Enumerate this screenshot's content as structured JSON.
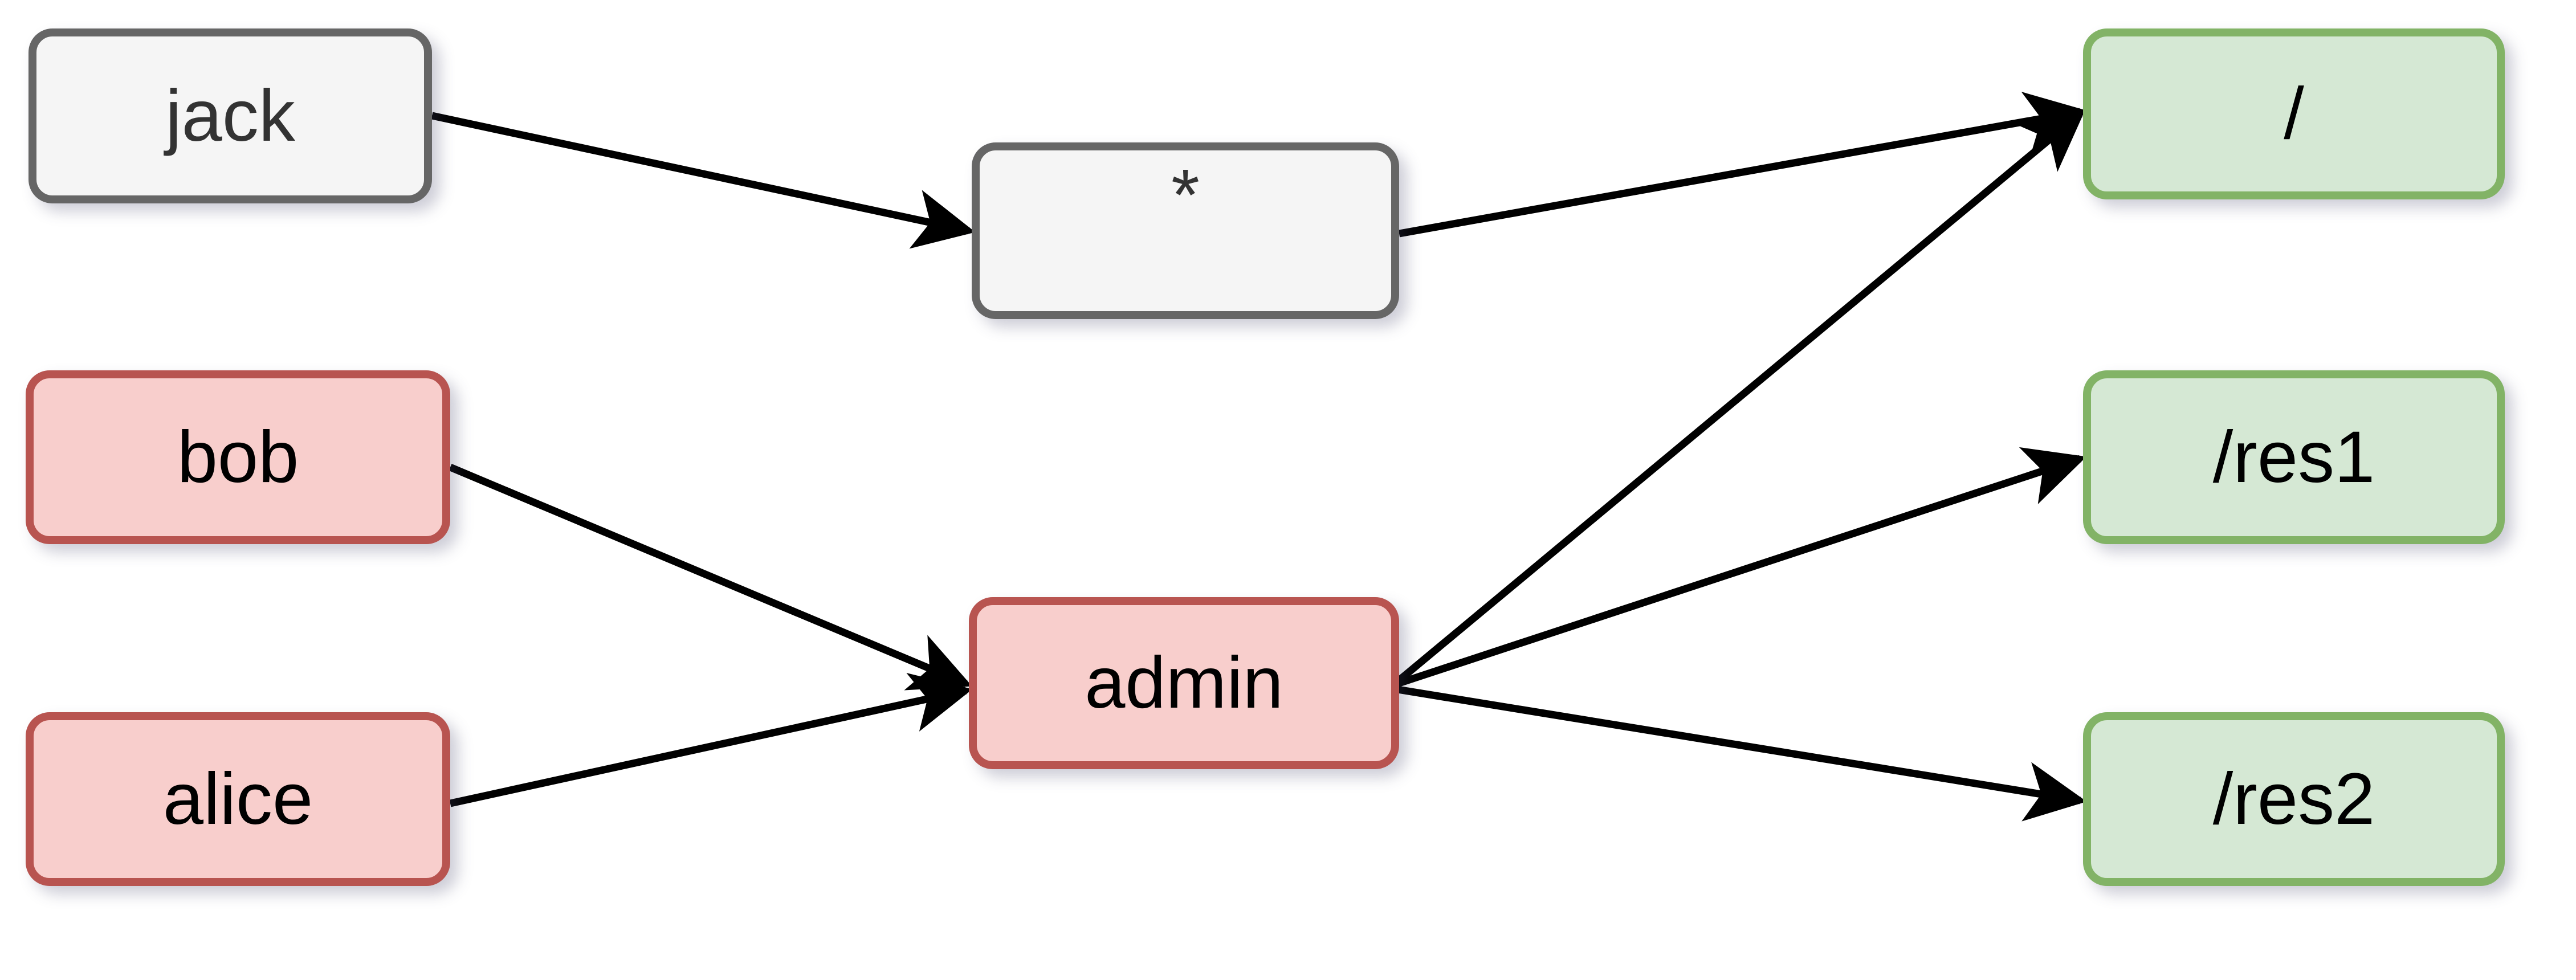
{
  "diagram": {
    "type": "access-control-graph",
    "background": "#ffffff",
    "palette": {
      "subject_fill": "#f8cecc",
      "subject_stroke": "#b85450",
      "resource_fill": "#d5e8d4",
      "resource_stroke": "#82b366",
      "neutral_fill": "#f5f5f5",
      "neutral_stroke": "#666666",
      "neutral_text": "#333333",
      "edge_color": "#000000",
      "text_color": "#000000"
    },
    "nodes": [
      {
        "id": "jack",
        "label": "jack",
        "theme": "neutral"
      },
      {
        "id": "star",
        "label": "*",
        "theme": "neutral"
      },
      {
        "id": "bob",
        "label": "bob",
        "theme": "subject"
      },
      {
        "id": "admin",
        "label": "admin",
        "theme": "subject"
      },
      {
        "id": "alice",
        "label": "alice",
        "theme": "subject"
      },
      {
        "id": "root",
        "label": "/",
        "theme": "resource"
      },
      {
        "id": "res1",
        "label": "/res1",
        "theme": "resource"
      },
      {
        "id": "res2",
        "label": "/res2",
        "theme": "resource"
      }
    ],
    "edges": [
      {
        "id": "jack-to-star",
        "from": "jack",
        "to": "star",
        "label": ""
      },
      {
        "id": "star-to-root",
        "from": "star",
        "to": "root",
        "label": ""
      },
      {
        "id": "bob-to-admin",
        "from": "bob",
        "to": "admin",
        "label": ""
      },
      {
        "id": "alice-to-admin",
        "from": "alice",
        "to": "admin",
        "label": ""
      },
      {
        "id": "admin-to-root",
        "from": "admin",
        "to": "root",
        "label": ""
      },
      {
        "id": "admin-to-res1",
        "from": "admin",
        "to": "res1",
        "label": ""
      },
      {
        "id": "admin-to-res2",
        "from": "admin",
        "to": "res2",
        "label": ""
      }
    ]
  }
}
